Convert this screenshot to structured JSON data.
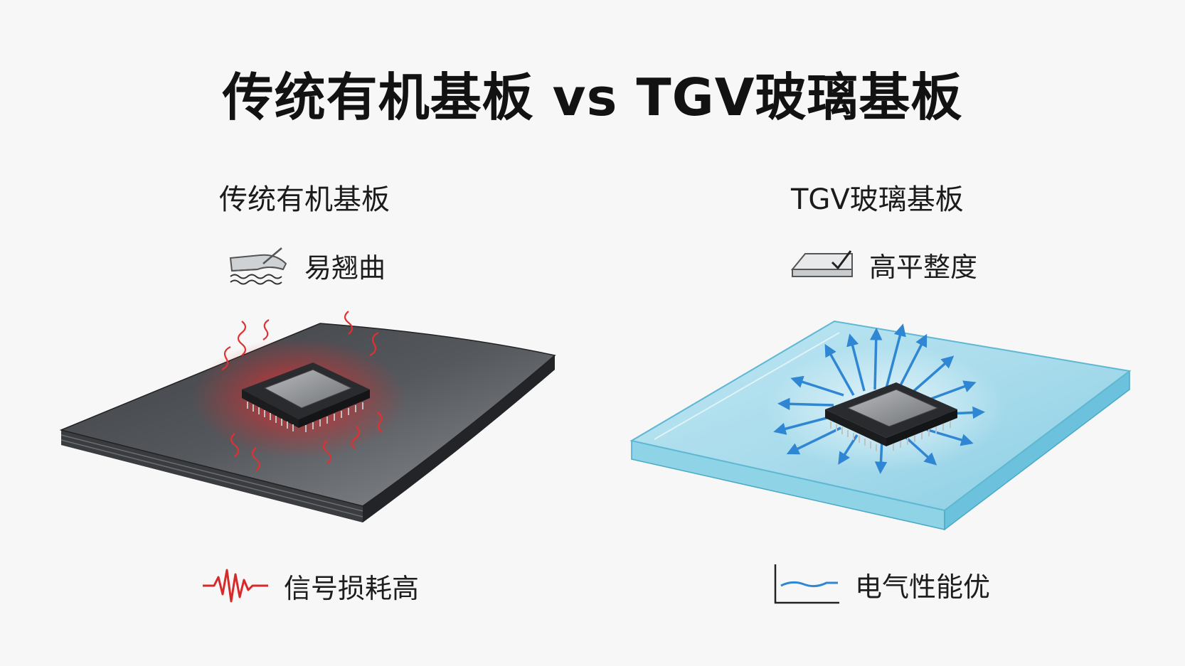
{
  "title": "传统有机基板 vs TGV玻璃基板",
  "left": {
    "heading": "传统有机基板",
    "feature_top": {
      "label": "易翘曲",
      "icon": "warped-board-icon"
    },
    "feature_bottom": {
      "label": "信号损耗高",
      "icon": "signal-noise-icon"
    },
    "colors": {
      "board": "#4a4d52",
      "heat": "#e02a2a"
    }
  },
  "right": {
    "heading": "TGV玻璃基板",
    "feature_top": {
      "label": "高平整度",
      "icon": "flat-board-check-icon"
    },
    "feature_bottom": {
      "label": "电气性能优",
      "icon": "smooth-signal-icon"
    },
    "colors": {
      "glass": "#9fd9ea",
      "arrows": "#2f86d3"
    }
  }
}
